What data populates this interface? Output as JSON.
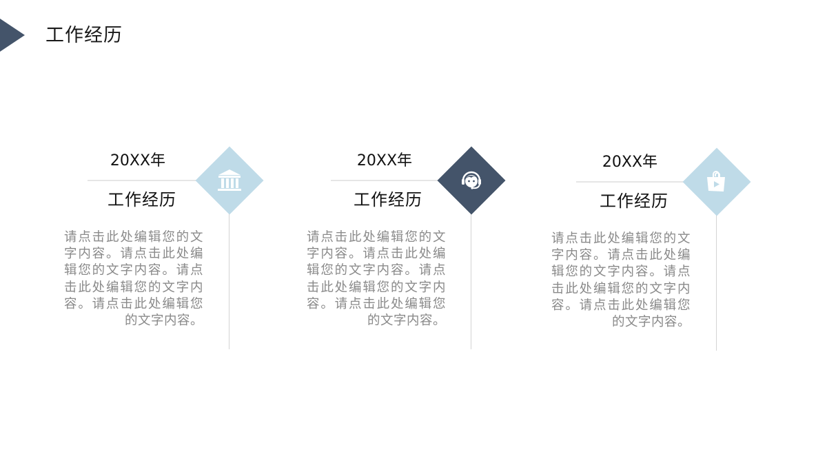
{
  "header": {
    "title": "工作经历",
    "accent_color": "#44546a"
  },
  "colors": {
    "light_diamond": "#bfdbe8",
    "dark_diamond": "#44546a",
    "line": "#e6e6e6",
    "body_text": "#8a8a8a"
  },
  "items": [
    {
      "year": "20XX年",
      "title": "工作经历",
      "body": "请点击此处编辑您的文字内容。请点击此处编辑您的文字内容。请点击此处编辑您的文字内容。请点击此处编辑您的文字内容。",
      "icon": "bank-icon",
      "diamond_color": "#bfdbe8"
    },
    {
      "year": "20XX年",
      "title": "工作经历",
      "body": "请点击此处编辑您的文字内容。请点击此处编辑您的文字内容。请点击此处编辑您的文字内容。请点击此处编辑您的文字内容。",
      "icon": "headset-support-icon",
      "diamond_color": "#44546a"
    },
    {
      "year": "20XX年",
      "title": "工作经历",
      "body": "请点击此处编辑您的文字内容。请点击此处编辑您的文字内容。请点击此处编辑您的文字内容。请点击此处编辑您的文字内容。",
      "icon": "shopping-bag-play-icon",
      "diamond_color": "#bfdbe8"
    }
  ]
}
